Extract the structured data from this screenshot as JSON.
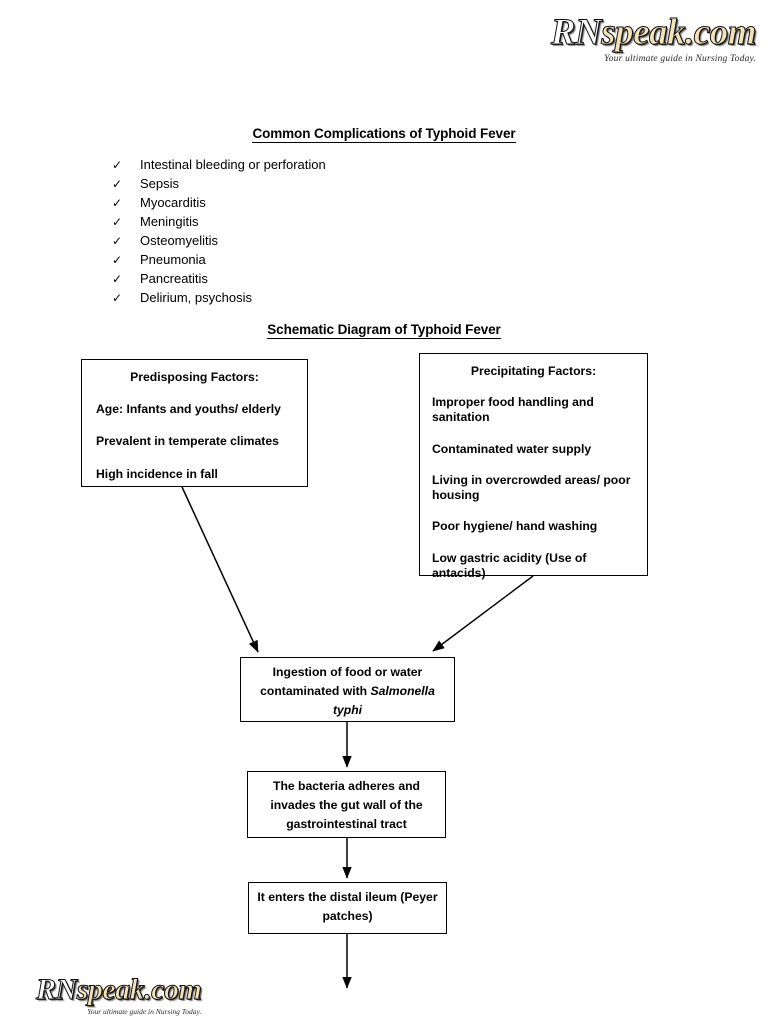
{
  "logo": {
    "part1": "RN",
    "part2": "speak.com",
    "tagline": "Your ultimate guide in Nursing Today."
  },
  "headings": {
    "complications": "Common Complications of Typhoid Fever",
    "schematic": "Schematic Diagram of Typhoid Fever"
  },
  "complications": {
    "bullet_glyph": "✓",
    "items": [
      "Intestinal bleeding or perforation",
      "Sepsis",
      "Myocarditis",
      "Meningitis",
      "Osteomyelitis",
      "Pneumonia",
      "Pancreatitis",
      "Delirium, psychosis"
    ]
  },
  "diagram": {
    "predisposing": {
      "title": "Predisposing Factors:",
      "lines": [
        "Age:  Infants and youths/ elderly",
        "Prevalent in temperate climates",
        "High incidence in fall"
      ]
    },
    "precipitating": {
      "title": "Precipitating Factors:",
      "lines": [
        "Improper food handling and sanitation",
        "Contaminated water supply",
        "Living in overcrowded areas/ poor housing",
        "Poor hygiene/ hand washing",
        "Low gastric acidity (Use of antacids)"
      ]
    },
    "ingestion": {
      "line1": "Ingestion of food or water",
      "line2_pre": "contaminated with ",
      "line2_species": "Salmonella",
      "line3_species": "typhi"
    },
    "bacteria": {
      "lines": [
        "The bacteria adheres and",
        "invades the gut wall of the",
        "gastrointestinal tract"
      ]
    },
    "ileum": {
      "lines": [
        "It enters the distal ileum (Peyer",
        "patches)"
      ]
    }
  },
  "colors": {
    "page_background": "#ffffff",
    "text": "#000000",
    "box_border": "#000000",
    "logo_cream": "#f2e3bb"
  }
}
